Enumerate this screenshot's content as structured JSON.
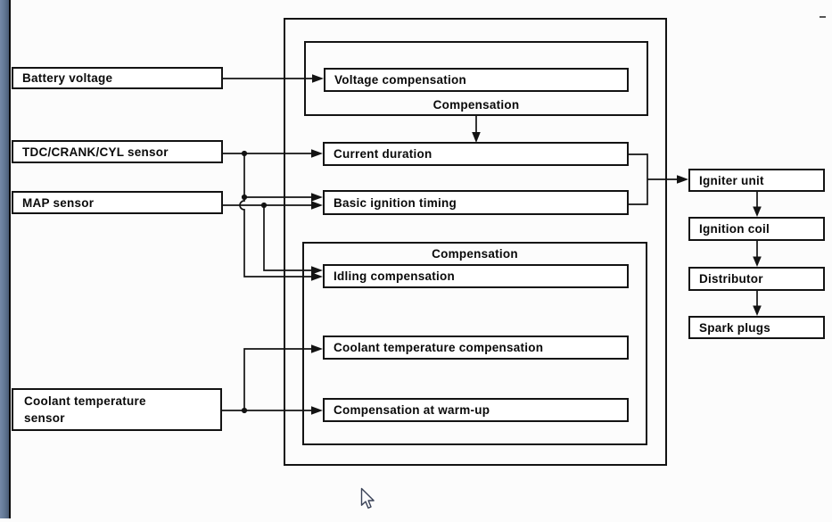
{
  "diagram": {
    "inputs": {
      "battery_voltage": "Battery voltage",
      "tdc_sensor": "TDC/CRANK/CYL sensor",
      "map_sensor": "MAP sensor",
      "coolant_sensor_line1": "Coolant temperature",
      "coolant_sensor_line2": "sensor"
    },
    "controller": {
      "voltage_compensation": "Voltage compensation",
      "top_compensation_label": "Compensation",
      "current_duration": "Current duration",
      "basic_ignition_timing": "Basic ignition timing",
      "bottom_compensation_label": "Compensation",
      "idling_compensation": "Idling compensation",
      "coolant_temperature_compensation": "Coolant temperature compensation",
      "compensation_at_warm_up": "Compensation at warm-up"
    },
    "outputs": {
      "igniter_unit": "Igniter unit",
      "ignition_coil": "Ignition coil",
      "distributor": "Distributor",
      "spark_plugs": "Spark plugs"
    }
  },
  "colors": {
    "line": "#131313",
    "background": "#fcfcfc",
    "page_edge_bar": "#64789a"
  }
}
